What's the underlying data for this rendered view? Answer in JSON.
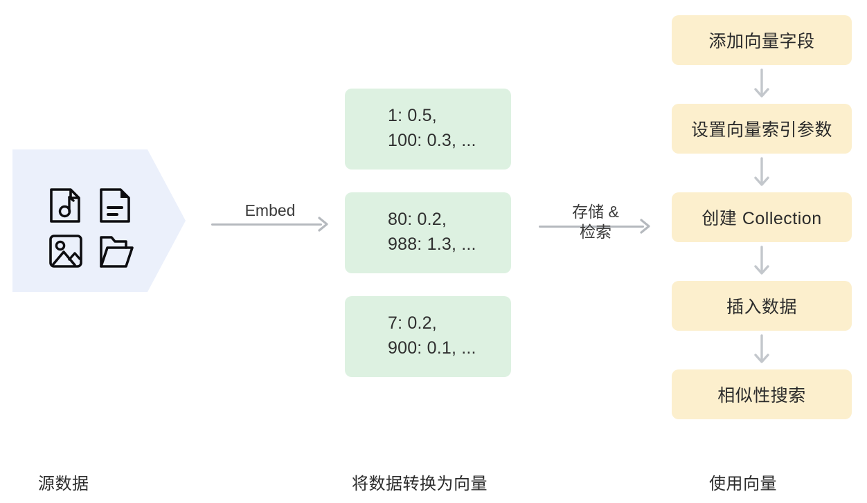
{
  "diagram": {
    "source": {
      "caption": "源数据",
      "shape": "hexagon-arrow",
      "fill_color": "#EBF0FB",
      "icons": [
        {
          "name": "audio-file-icon",
          "label": "音频文件"
        },
        {
          "name": "document-file-icon",
          "label": "文档文件"
        },
        {
          "name": "image-file-icon",
          "label": "图片文件"
        },
        {
          "name": "folder-icon",
          "label": "文件夹"
        }
      ]
    },
    "arrow_embed": {
      "label": "Embed",
      "color": "#B5B9BE"
    },
    "arrow_store": {
      "label": "存储 &\n检索",
      "color": "#B5B9BE"
    },
    "vectors": {
      "caption": "将数据转换为向量",
      "fill_color": "#DDF1E1",
      "boxes": [
        {
          "text": "1: 0.5,\n100: 0.3, ..."
        },
        {
          "text": "80: 0.2,\n988: 1.3, ..."
        },
        {
          "text": "7: 0.2,\n900: 0.1, ..."
        }
      ]
    },
    "flow": {
      "caption": "使用向量",
      "fill_color": "#FCEFCD",
      "steps": [
        {
          "label": "添加向量字段"
        },
        {
          "label": "设置向量索引参数"
        },
        {
          "label": "创建 Collection"
        },
        {
          "label": "插入数据"
        },
        {
          "label": "相似性搜索"
        }
      ]
    }
  }
}
